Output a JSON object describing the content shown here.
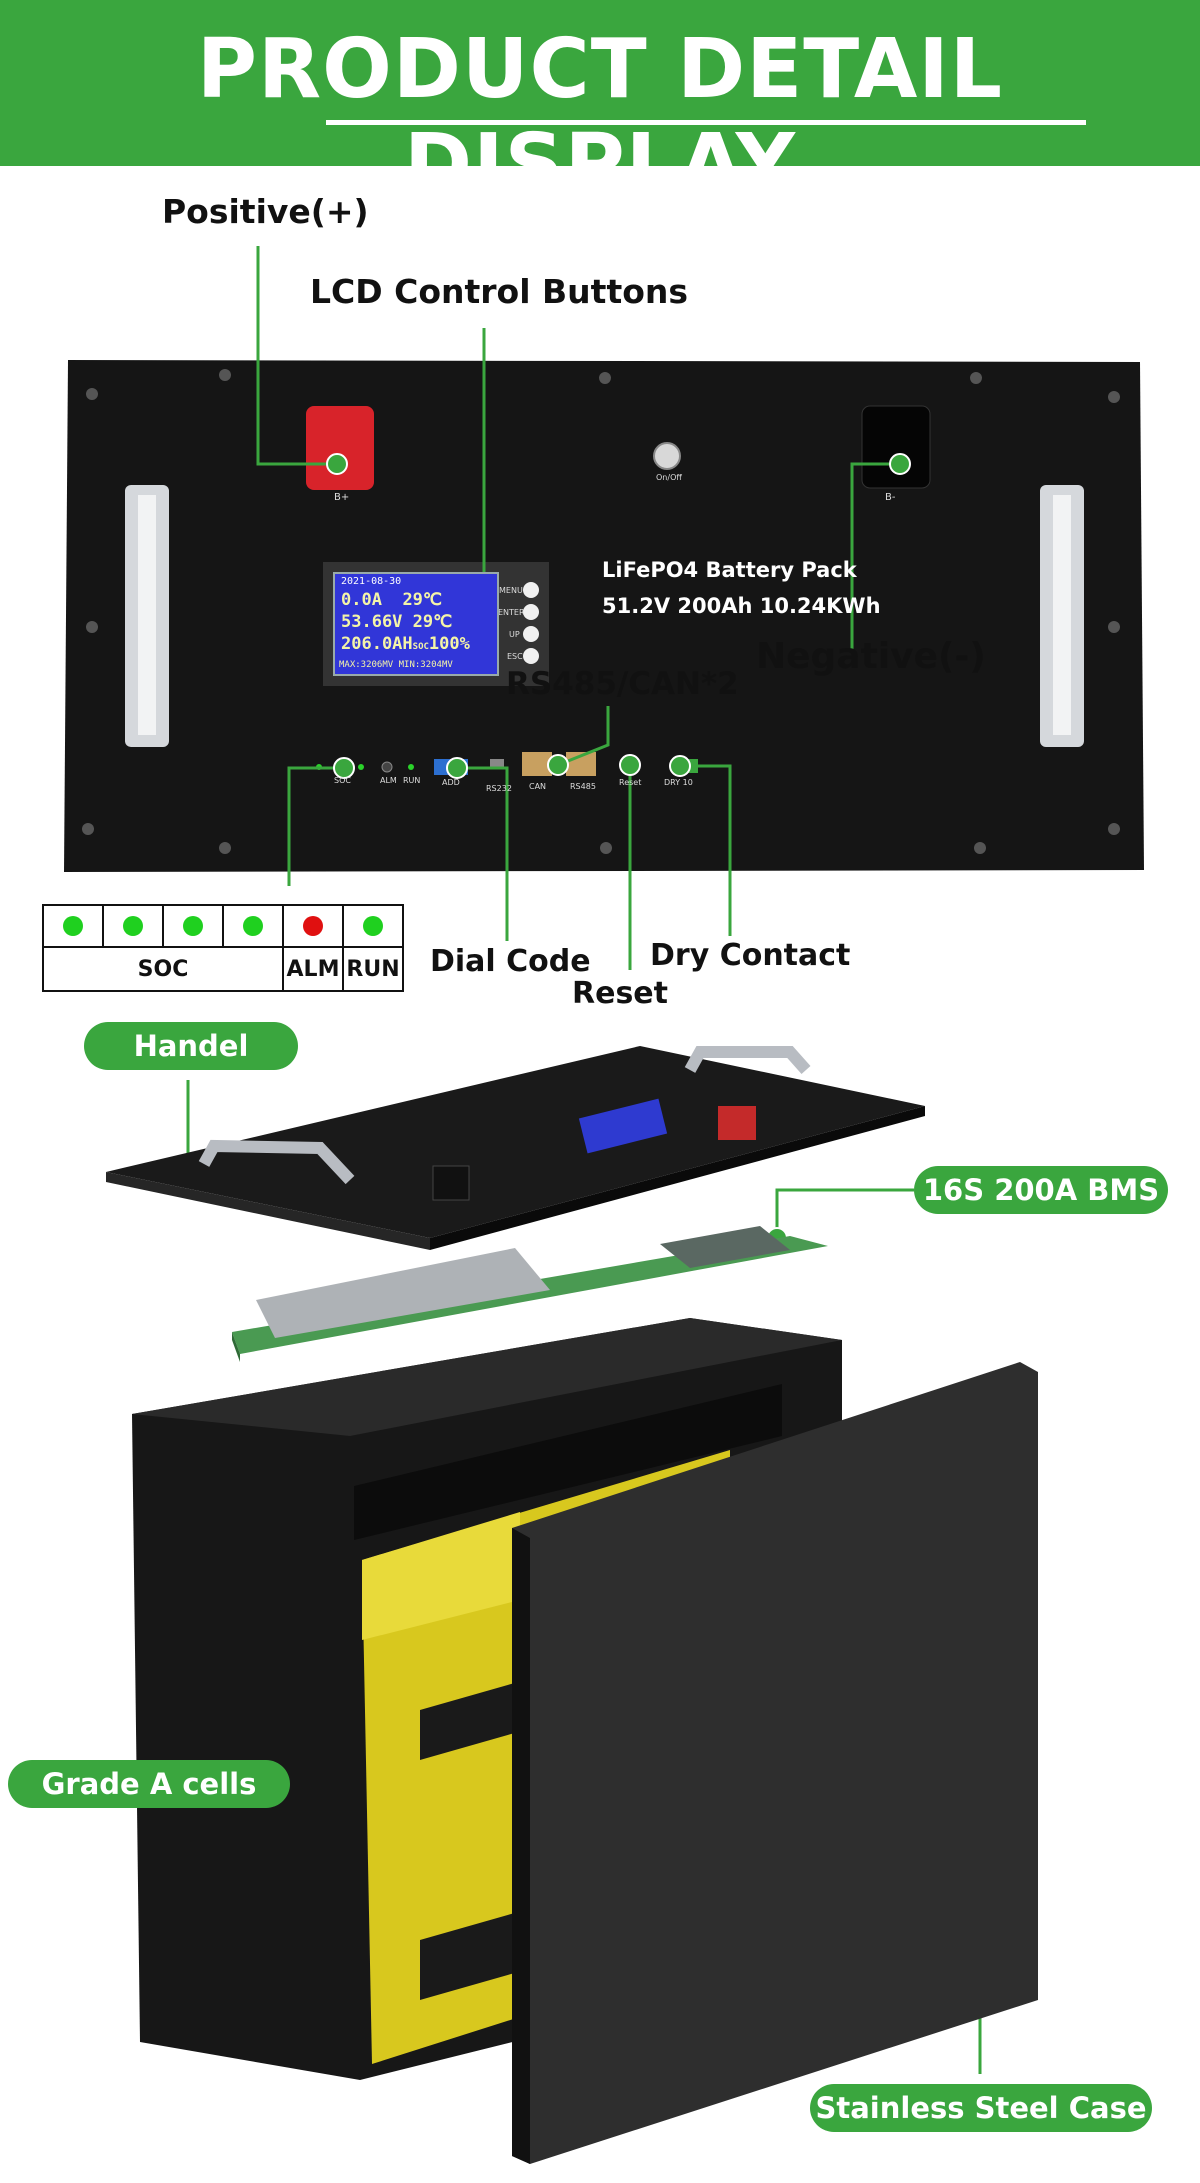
{
  "banner": {
    "title": "PRODUCT DETAIL DISPLAY"
  },
  "callouts": {
    "positive": "Positive(+)",
    "lcd_buttons": "LCD Control Buttons",
    "negative": "Negative(-)",
    "rs485_can": "RS485/CAN*2",
    "dial_code": "Dial Code",
    "reset": "Reset",
    "dry_contact": "Dry Contact"
  },
  "panel": {
    "product_name": "LiFePO4 Battery Pack",
    "spec": "51.2V 200Ah 10.24KWh",
    "terminal_pos": "B+",
    "terminal_neg": "B-",
    "on_off": "On/Off",
    "buttons": [
      "MENU",
      "ENTER",
      "UP",
      "ESC"
    ],
    "ports": [
      "SOC",
      "ALM",
      "RUN",
      "ADD",
      "RS232",
      "CAN",
      "RS485",
      "Reset",
      "DRY 10"
    ],
    "lcd": {
      "date": "2021-08-30",
      "rows": [
        "0.0A",
        "29℃",
        "53.66V",
        "29℃",
        "206.0AH",
        "100%"
      ],
      "soc_tag": "SOC",
      "footer": "MAX:3206MV MIN:3204MV"
    }
  },
  "indicator_table": {
    "leds": [
      "green",
      "green",
      "green",
      "green",
      "red",
      "green"
    ],
    "labels": [
      "SOC",
      "ALM",
      "RUN"
    ],
    "colors": {
      "green": "#1fd01f",
      "red": "#e01010"
    }
  },
  "pills": {
    "handel": "Handel",
    "bms": "16S 200A BMS",
    "cells": "Grade A cells",
    "case": "Stainless Steel Case"
  },
  "colors": {
    "accent": "#3aa63e"
  }
}
